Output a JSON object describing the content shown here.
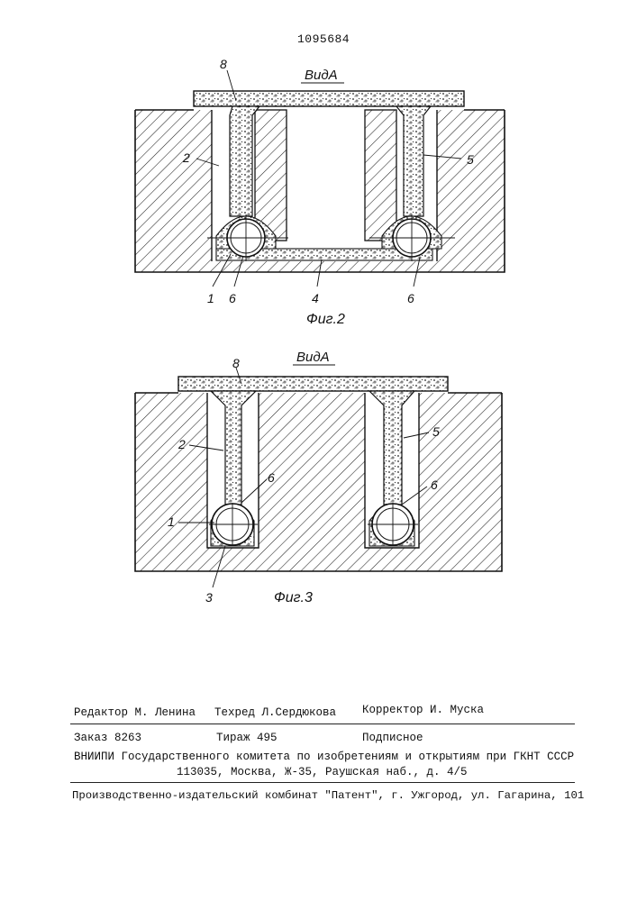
{
  "patent_number": "1095684",
  "fig2": {
    "view_label": "ВидА",
    "caption": "Фиг.2",
    "labels": {
      "l8": "8",
      "l2": "2",
      "l5": "5",
      "l1": "1",
      "l6a": "6",
      "l4": "4",
      "l6b": "6"
    }
  },
  "fig3": {
    "view_label": "ВидА",
    "caption": "Фиг.3",
    "labels": {
      "l8": "8",
      "l2": "2",
      "l6a": "6",
      "l5": "5",
      "l6b": "6",
      "l1": "1",
      "l3": "3"
    }
  },
  "imprint": {
    "editor": "Редактор М. Ленина",
    "techred": "Техред Л.Сердюкова",
    "corrector": "Корректор И. Муска",
    "order": "Заказ 8263",
    "circulation": "Тираж 495",
    "subscription": "Подписное",
    "institute": "ВНИИПИ Государственного комитета по изобретениям и открытиям при ГКНТ СССР",
    "address": "113035, Москва, Ж-35, Раушская наб., д. 4/5",
    "printer": "Производственно-издательский комбинат \"Патент\", г. Ужгород, ул. Гагарина, 101"
  }
}
